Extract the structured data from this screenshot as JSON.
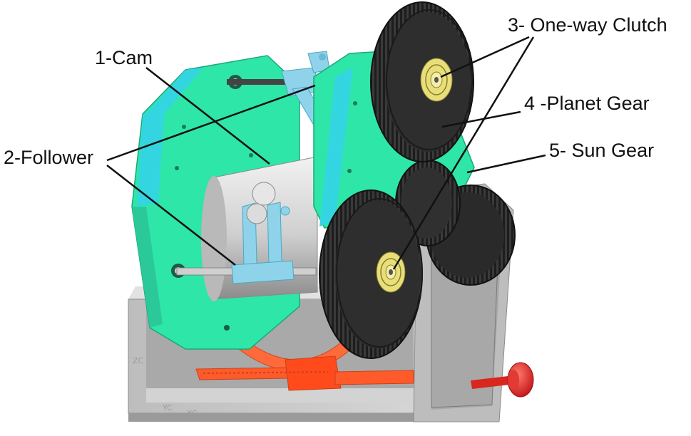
{
  "labels": {
    "cam": "1-Cam",
    "follower": "2-Follower",
    "clutch": "3- One-way Clutch",
    "planet_gear": "4 -Planet Gear",
    "sun_gear": "5- Sun Gear"
  },
  "axis_tags": {
    "zc": "ZC",
    "yc": "YC",
    "xc": "XC"
  },
  "colors": {
    "plate": "#2ee6a8",
    "plate_edge": "#33d6e0",
    "cam": "#d9d9d9",
    "follower": "#8fd3ea",
    "gear": "#2e2e2e",
    "clutch": "#e8df7a",
    "frame": "#c9c9c9",
    "rack": "#ff5a2a",
    "knob": "#e8262a"
  }
}
